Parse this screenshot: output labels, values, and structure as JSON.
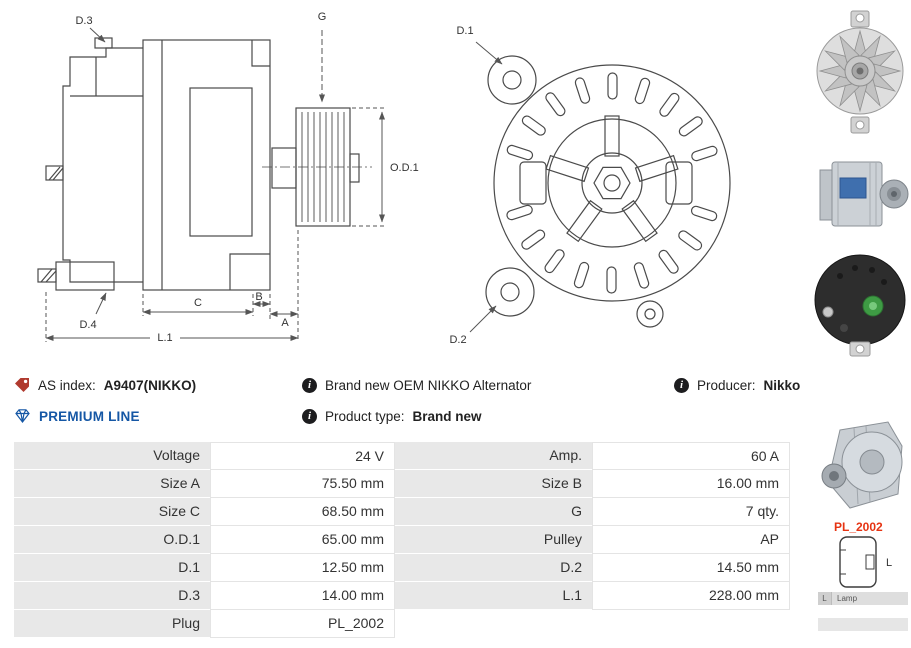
{
  "header": {
    "as_index": {
      "label": "AS index:",
      "value": "A9407(NIKKO)"
    },
    "description": "Brand new OEM NIKKO Alternator",
    "producer": {
      "label": "Producer:",
      "value": "Nikko"
    },
    "premium_line": "PREMIUM LINE",
    "product_type": {
      "label": "Product type:",
      "value": "Brand new"
    }
  },
  "icons": {
    "as_index": "tag-icon",
    "info": "info-icon",
    "premium_line": "diamond-icon"
  },
  "diagram": {
    "labels": {
      "d1": "D.1",
      "d2": "D.2",
      "d3": "D.3",
      "d4": "D.4",
      "g": "G",
      "od1": "O.D.1",
      "a": "A",
      "b": "B",
      "c": "C",
      "l1": "L.1"
    }
  },
  "spec_table": {
    "rows": [
      {
        "label1": "Voltage",
        "value1": "24 V",
        "label2": "Amp.",
        "value2": "60 A"
      },
      {
        "label1": "Size A",
        "value1": "75.50 mm",
        "label2": "Size B",
        "value2": "16.00 mm"
      },
      {
        "label1": "Size C",
        "value1": "68.50 mm",
        "label2": "G",
        "value2": "7 qty."
      },
      {
        "label1": "O.D.1",
        "value1": "65.00 mm",
        "label2": "Pulley",
        "value2": "AP"
      },
      {
        "label1": "D.1",
        "value1": "12.50 mm",
        "label2": "D.2",
        "value2": "14.50 mm"
      },
      {
        "label1": "D.3",
        "value1": "14.00 mm",
        "label2": "L.1",
        "value2": "228.00 mm"
      },
      {
        "label1": "Plug",
        "value1": "PL_2002",
        "label2": "",
        "value2": ""
      }
    ]
  },
  "plug": {
    "code": "PL_2002",
    "pin": "L",
    "legend_pin": "L",
    "legend_desc": "Lamp"
  },
  "colors": {
    "premium_blue": "#1557a5",
    "plug_red": "#e63312",
    "table_label_bg": "#e8e8e8"
  }
}
